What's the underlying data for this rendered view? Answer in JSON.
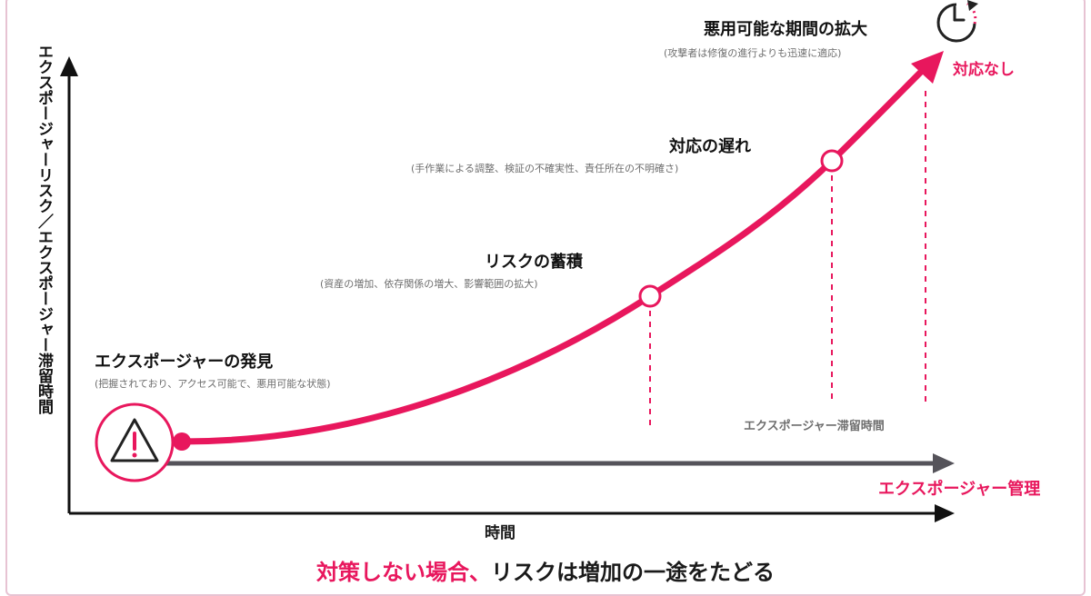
{
  "y_axis_label": "エクスポージャーリスク／エクスポージャー滞留時間",
  "x_axis_label": "時間",
  "management_label": "エクスポージャー管理",
  "dwell_time_label": "エクスポージャー滞留時間",
  "no_response_label": "対応なし",
  "stages": [
    {
      "title": "エクスポージャーの発見",
      "subtitle": "(把握されており、アクセス可能で、悪用可能な状態)"
    },
    {
      "title": "リスクの蓄積",
      "subtitle": "(資産の増加、依存関係の増大、影響範囲の拡大)"
    },
    {
      "title": "対応の遅れ",
      "subtitle": "(手作業による調整、検証の不確実性、責任所在の不明確さ)"
    },
    {
      "title": "悪用可能な期間の拡大",
      "subtitle": "(攻撃者は修復の進行よりも迅速に適応)"
    }
  ],
  "bottom_caption": {
    "highlight": "対策しない場合、",
    "rest": "リスクは増加の一途をたどる"
  },
  "icons": [
    "warning-icon",
    "clock-icon"
  ],
  "colors": {
    "accent": "#e8175d",
    "axis": "#111111",
    "management_bar": "#55535a",
    "frame": "#e7c3d3"
  }
}
